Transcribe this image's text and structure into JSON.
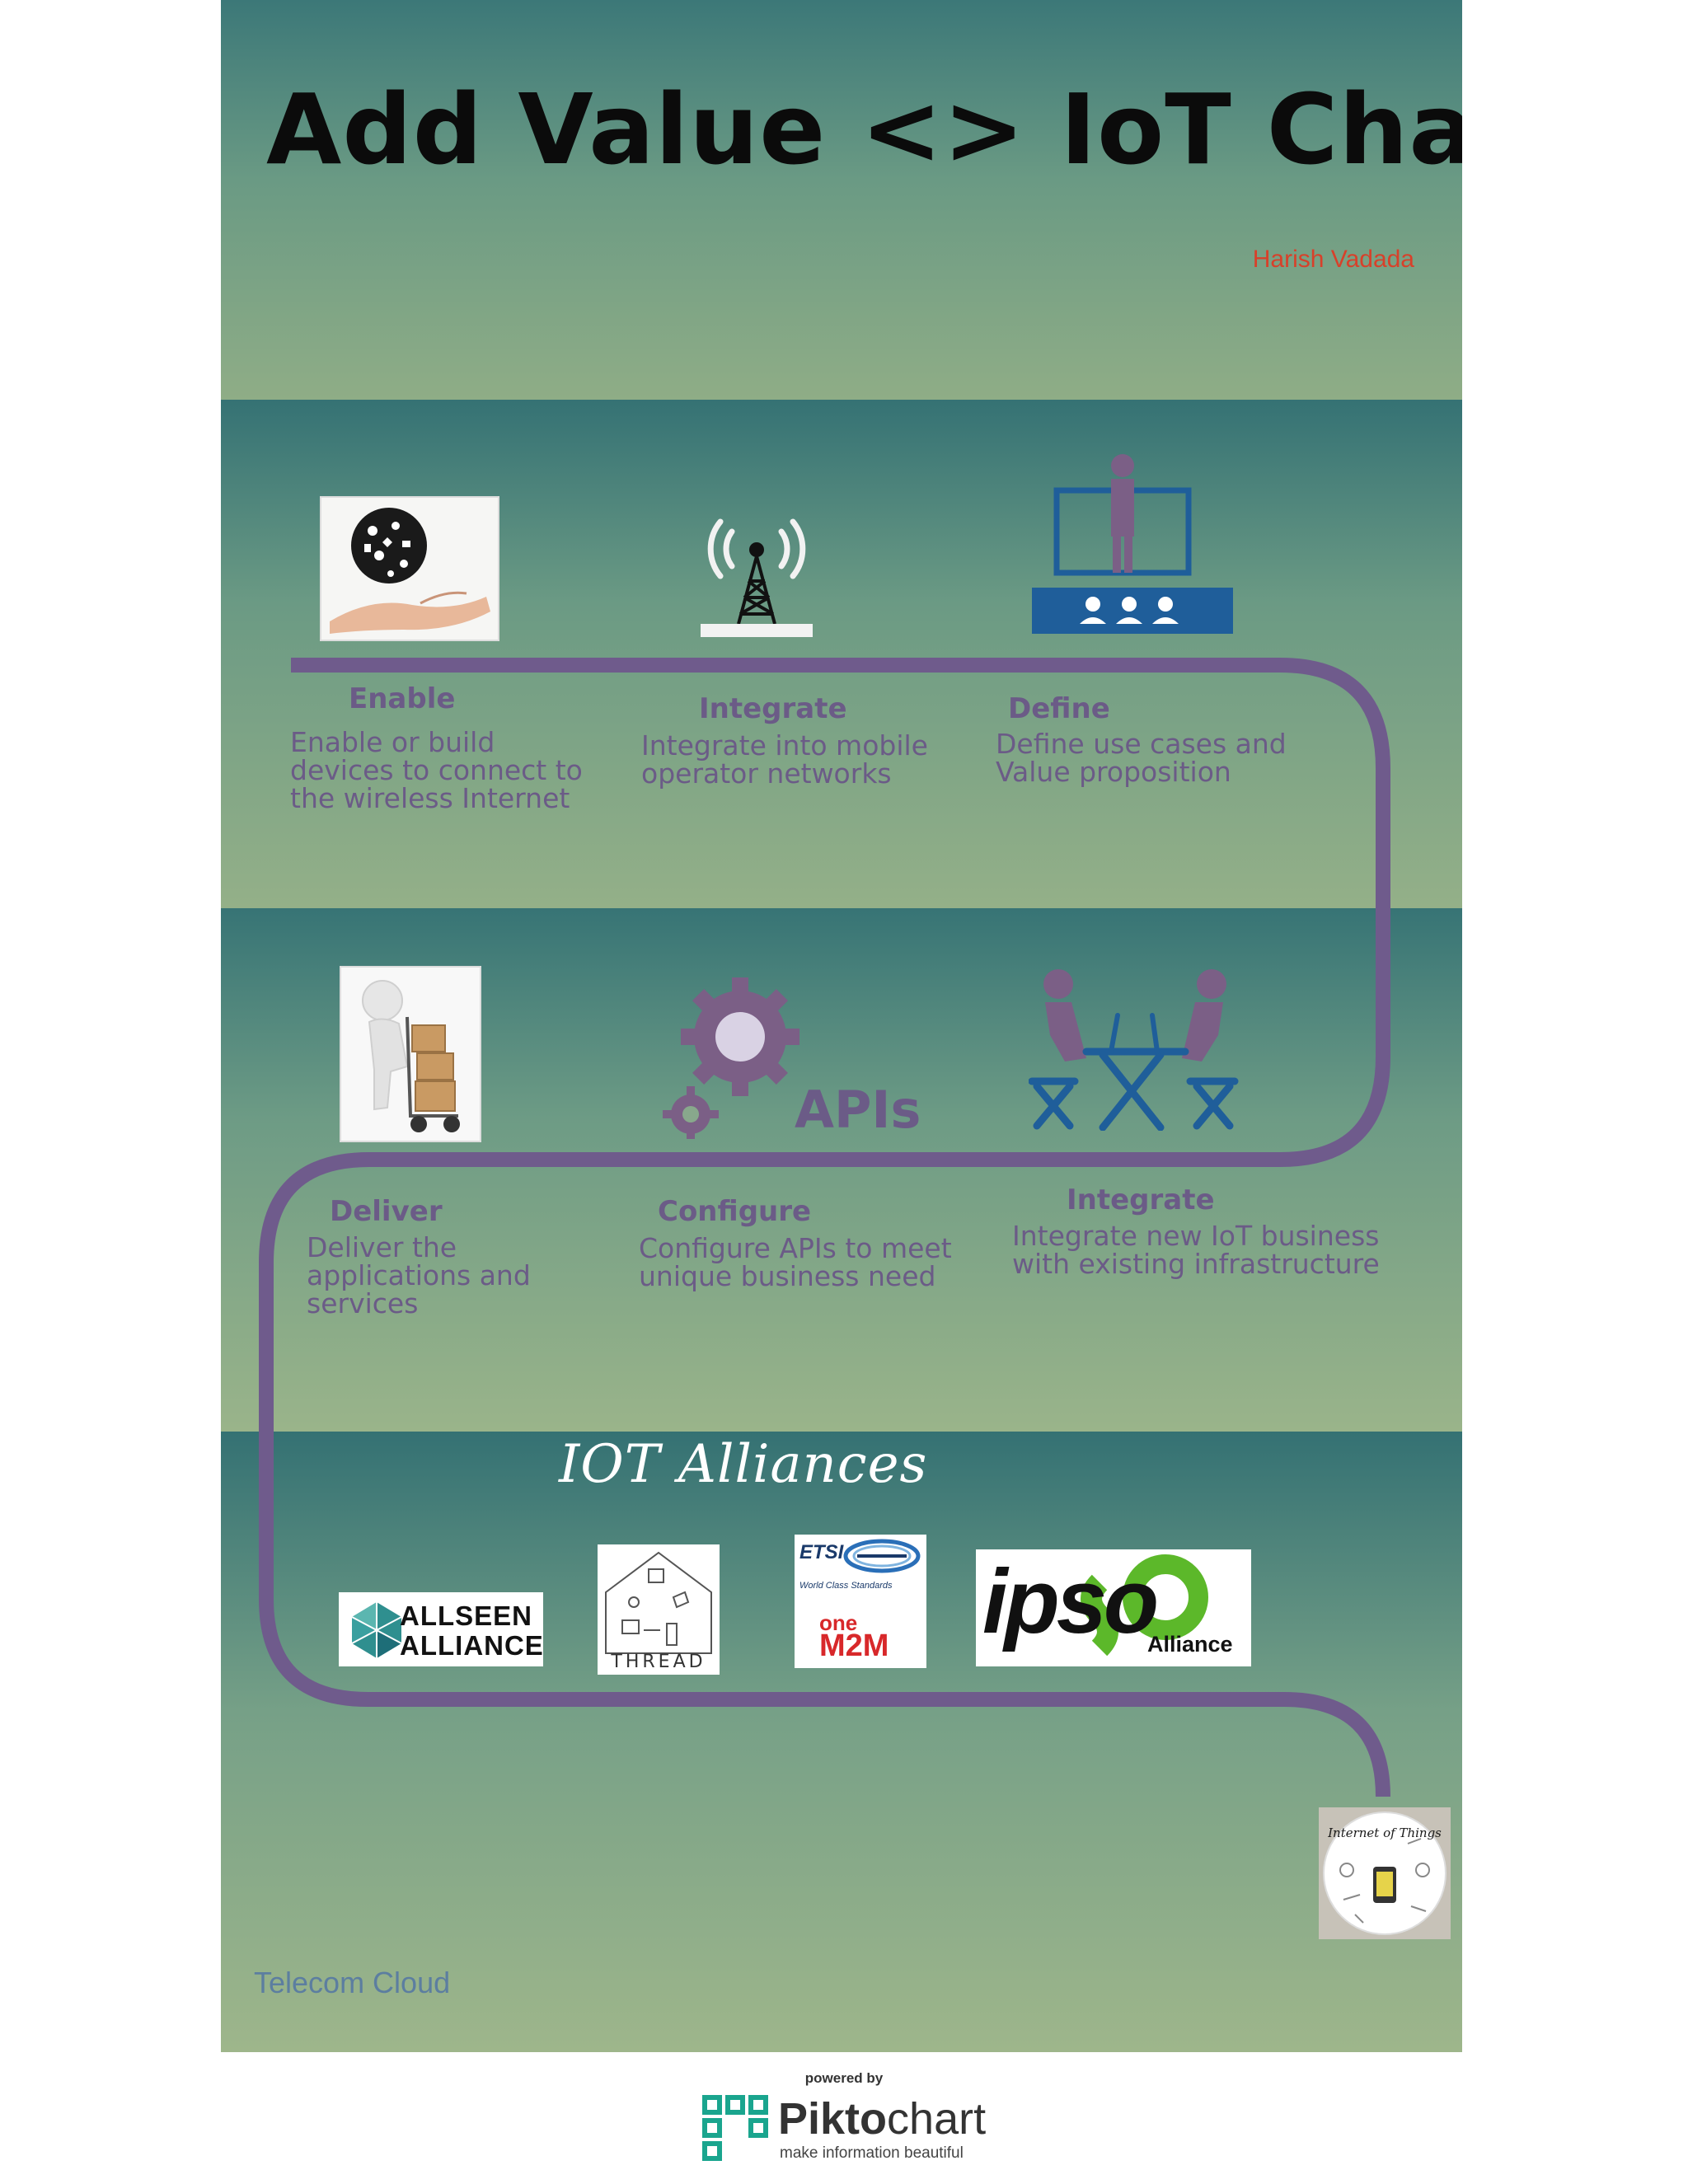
{
  "header": {
    "title": "Add Value <> IoT Chain",
    "author": "Harish Vadada"
  },
  "steps_row1": [
    {
      "icon": "hand-holding-icons-icon",
      "title": "Enable",
      "description": "Enable or build devices to connect to the wireless Internet"
    },
    {
      "icon": "radio-tower-icon",
      "title": "Integrate",
      "description": "Integrate into mobile operator networks"
    },
    {
      "icon": "presenter-audience-icon",
      "title": "Define",
      "description": "Define use cases and Value proposition"
    }
  ],
  "steps_row2": [
    {
      "icon": "delivery-person-icon",
      "title": "Deliver",
      "description": "Deliver the applications and services"
    },
    {
      "icon": "gears-icon",
      "title": "Configure",
      "description": "Configure  APIs to meet unique business need"
    },
    {
      "icon": "business-meeting-icon",
      "title": "Integrate",
      "description": "Integrate new IoT business with existing infrastructure"
    }
  ],
  "apis_label": "APIs",
  "alliances": {
    "title": "IOT Alliances",
    "logos": {
      "allseen": {
        "line1": "ALLSEEN",
        "line2": "ALLIANCE"
      },
      "thread": "THREAD",
      "etsi": {
        "etsi": "ETSI",
        "tagline": "World Class Standards",
        "one": "one",
        "m2m": "M2M"
      },
      "ipso": {
        "name": "ipso",
        "sub": "Alliance"
      }
    }
  },
  "end_badge": "Internet of Things",
  "footer_label": "Telecom Cloud",
  "credits": {
    "powered_by": "powered by",
    "brand_bold": "Pikto",
    "brand_rest": "chart",
    "tagline": "make information beautiful"
  },
  "colors": {
    "path": "#6f5b8c",
    "step_text": "#6b5b87",
    "author": "#d8402a",
    "footer": "#5c7ea0",
    "icon_blue": "#1f5e9a"
  }
}
